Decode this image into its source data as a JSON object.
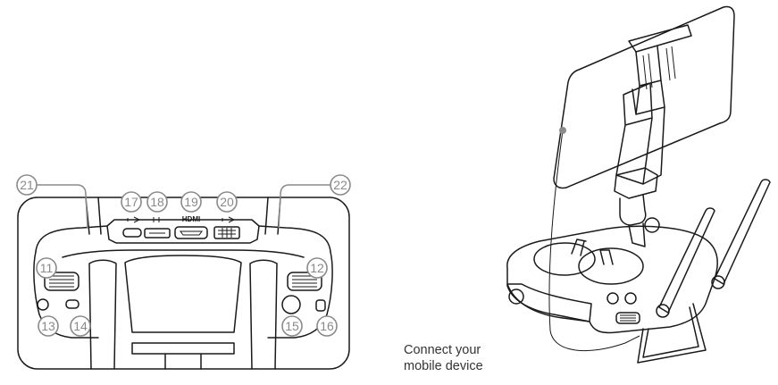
{
  "callouts": [
    {
      "id": "11",
      "label": "11"
    },
    {
      "id": "12",
      "label": "12"
    },
    {
      "id": "13",
      "label": "13"
    },
    {
      "id": "14",
      "label": "14"
    },
    {
      "id": "15",
      "label": "15"
    },
    {
      "id": "16",
      "label": "16"
    },
    {
      "id": "17",
      "label": "17"
    },
    {
      "id": "18",
      "label": "18"
    },
    {
      "id": "19",
      "label": "19"
    },
    {
      "id": "20",
      "label": "20"
    },
    {
      "id": "21",
      "label": "21"
    },
    {
      "id": "22",
      "label": "22"
    }
  ],
  "port_labels": {
    "hdmi": "HDMI"
  },
  "caption": {
    "line1": "Connect your",
    "line2": "mobile device"
  },
  "colors": {
    "line": "#1a1a1a",
    "callout": "#8a8a8a",
    "caption": "#333333"
  }
}
